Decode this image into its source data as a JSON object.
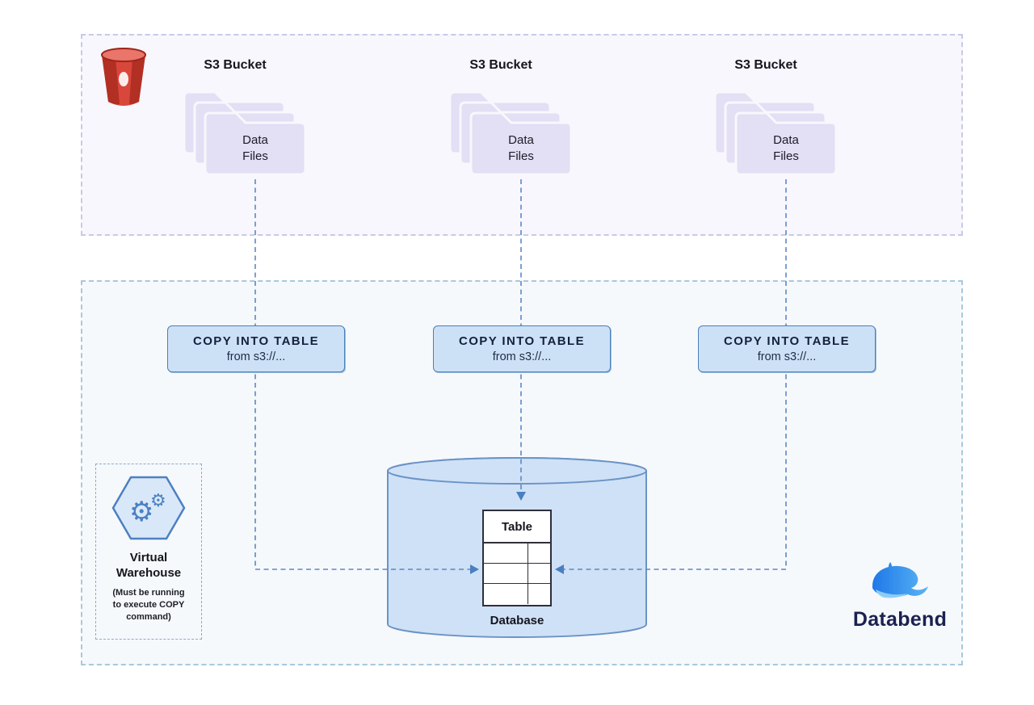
{
  "colors": {
    "connector_blue": "#5c88c6",
    "node_fill": "#cde1f6",
    "node_border": "#4a7fb8",
    "folder_fill": "#e3dff4",
    "s3_red": "#d9473c",
    "databend_navy": "#1b2150"
  },
  "s3_section": {
    "buckets": [
      {
        "title": "S3 Bucket",
        "files_label": "Data\nFiles"
      },
      {
        "title": "S3 Bucket",
        "files_label": "Data\nFiles"
      },
      {
        "title": "S3 Bucket",
        "files_label": "Data\nFiles"
      }
    ]
  },
  "copy_nodes": [
    {
      "command": "COPY INTO TABLE",
      "source": "from s3://..."
    },
    {
      "command": "COPY INTO TABLE",
      "source": "from s3://..."
    },
    {
      "command": "COPY INTO TABLE",
      "source": "from s3://..."
    }
  ],
  "warehouse": {
    "title": "Virtual\nWarehouse",
    "note": "(Must be running\nto execute COPY\ncommand)"
  },
  "database": {
    "table_label": "Table",
    "label": "Database"
  },
  "brand": {
    "name": "Databend"
  }
}
